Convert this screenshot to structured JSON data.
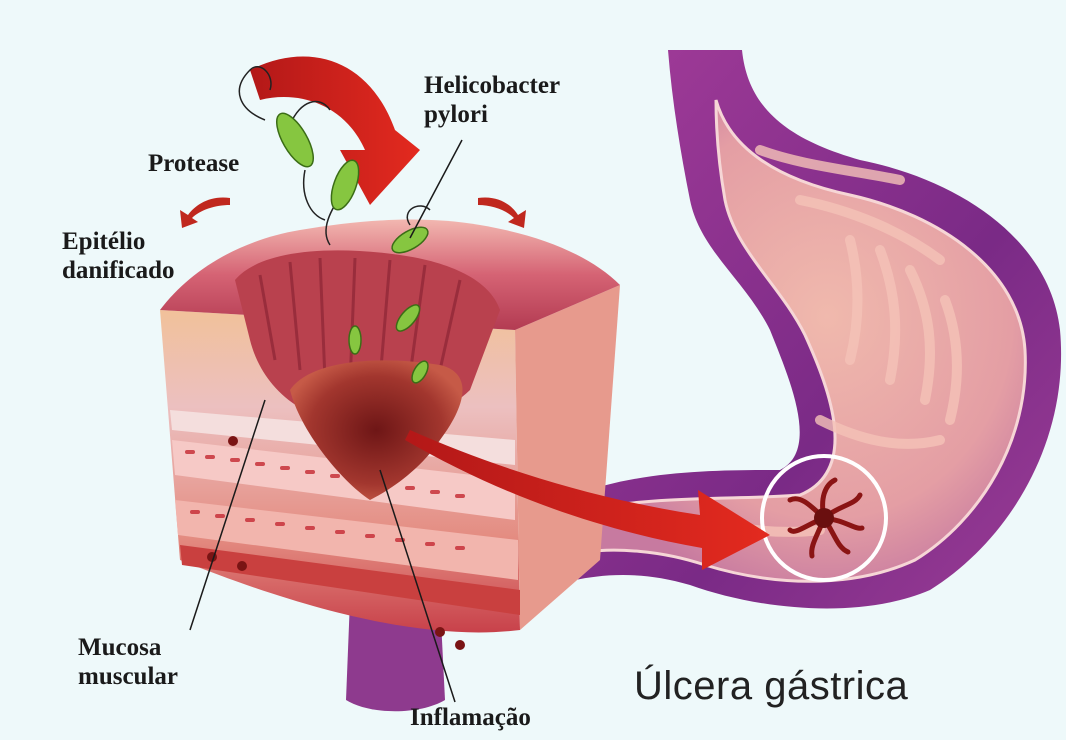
{
  "labels": {
    "helicobacter_line1": "Helicobacter",
    "helicobacter_line2": "pylori",
    "protease": "Protease",
    "epitelio_line1": "Epitélio",
    "epitelio_line2": "danificado",
    "mucosa_line1": "Mucosa",
    "mucosa_line2": "muscular",
    "inflamacao": "Inflamação",
    "title": "Úlcera gástrica"
  },
  "colors": {
    "background": "#eef9fa",
    "stomach_outer": "#8e2f8c",
    "stomach_inner": "#e9a6a6",
    "tissue_top": "#c8485a",
    "tissue_side": "#e88a86",
    "crater": "#8c2525",
    "arrow_red": "#d8241c",
    "bacteria": "#7cc23d",
    "ulcer": "#8a1414"
  }
}
